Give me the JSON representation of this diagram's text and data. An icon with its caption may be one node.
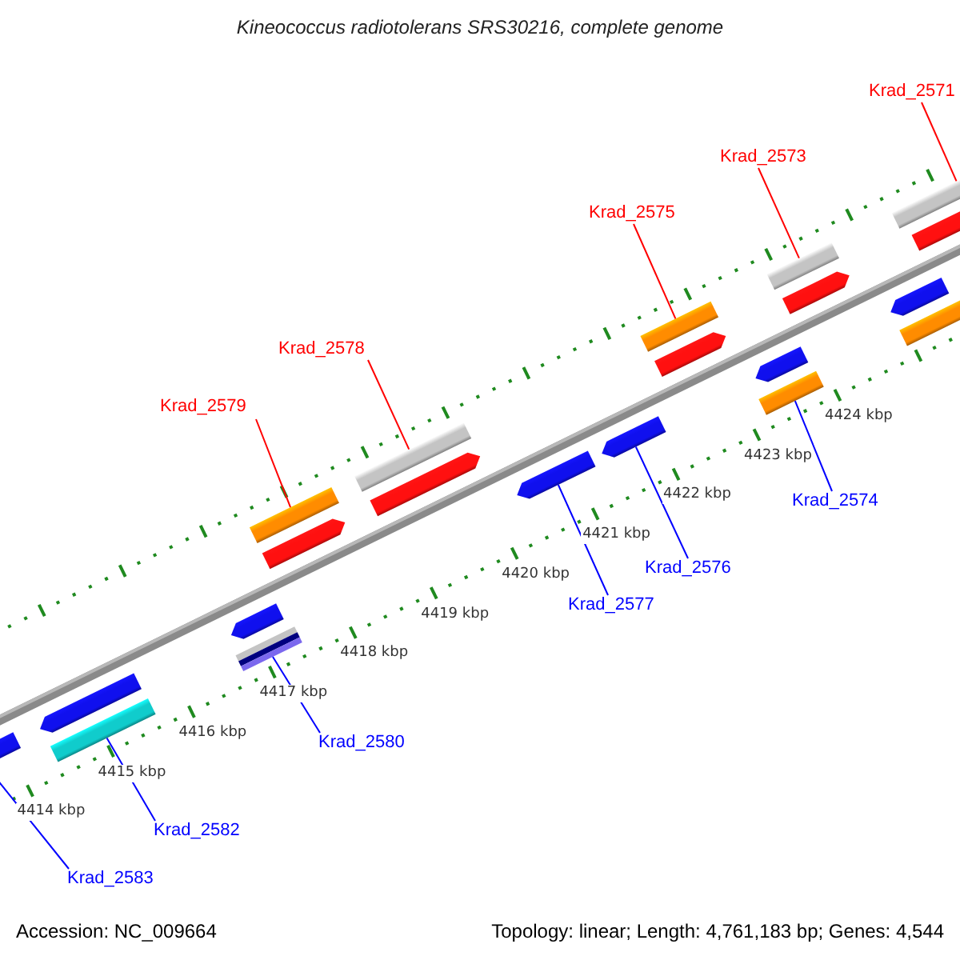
{
  "diagram": {
    "title": "Kineococcus radiotolerans SRS30216, complete genome",
    "nodes": [
      {
        "text": [
          "Krad_2579"
        ]
      },
      {
        "text": [
          "Krad_2578"
        ]
      },
      {
        "text": [
          "Krad_2575"
        ]
      },
      {
        "text": [
          "Krad_2573"
        ]
      },
      {
        "text": [
          "Krad_2571"
        ]
      },
      {
        "text": [
          "Krad_2583"
        ]
      },
      {
        "text": [
          "Krad_2582"
        ]
      },
      {
        "text": [
          "Krad_2580"
        ]
      },
      {
        "text": [
          "Krad_2577"
        ]
      },
      {
        "text": [
          "Krad_2576"
        ]
      },
      {
        "text": [
          "Krad_2574"
        ]
      },
      {
        "text": [],
        "shape": "bar"
      },
      {
        "text": [],
        "shape": "bar"
      },
      {
        "text": [],
        "shape": "bar"
      },
      {
        "text": [],
        "shape": "bar"
      },
      {
        "text": [],
        "shape": "bar"
      },
      {
        "text": [],
        "shape": "bar"
      },
      {
        "text": [],
        "shape": "bar"
      },
      {
        "text": [],
        "shape": "bar"
      },
      {
        "text": [],
        "shape": "bar"
      },
      {
        "text": [],
        "shape": "bar"
      },
      {
        "text": [],
        "shape": "bar"
      },
      {
        "text": [],
        "shape": "bar"
      },
      {
        "text": [],
        "shape": "bar"
      },
      {
        "text": [],
        "shape": "bar"
      },
      {
        "text": [],
        "shape": "bar"
      },
      {
        "text": [],
        "shape": "bar"
      },
      {
        "text": [],
        "shape": "bar"
      },
      {
        "text": [],
        "shape": "bar"
      },
      {
        "text": [],
        "shape": "bar"
      },
      {
        "text": [],
        "shape": "bar"
      },
      {
        "text": [],
        "shape": "bar"
      }
    ],
    "edges": [
      {
        "from": 0,
        "to": 16,
        "arrow": "none",
        "color": "#ff0000"
      },
      {
        "from": 1,
        "to": 18,
        "arrow": "none",
        "color": "#ff0000"
      },
      {
        "from": 2,
        "to": 22,
        "arrow": "none",
        "color": "#ff0000"
      },
      {
        "from": 3,
        "to": 26,
        "arrow": "none",
        "color": "#ff0000"
      },
      {
        "from": 4,
        "to": 30,
        "arrow": "none",
        "color": "#ff0000"
      },
      {
        "from": 5,
        "to": 11,
        "arrow": "none"
      },
      {
        "from": 6,
        "to": 13,
        "arrow": "none"
      },
      {
        "from": 7,
        "to": 15,
        "arrow": "none"
      },
      {
        "from": 8,
        "to": 20,
        "arrow": "none"
      },
      {
        "from": 9,
        "to": 21,
        "arrow": "none"
      },
      {
        "from": 10,
        "to": 25,
        "arrow": "none"
      }
    ],
    "labels": [
      "4414 kbp",
      "4415 kbp",
      "4416 kbp",
      "4417 kbp",
      "4418 kbp",
      "4419 kbp",
      "4420 kbp",
      "4421 kbp",
      "4422 kbp",
      "4423 kbp",
      "4424 kbp",
      "Accession: NC_009664",
      "Topology: linear; Length: 4,761,183 bp; Genes: 4,544"
    ]
  }
}
